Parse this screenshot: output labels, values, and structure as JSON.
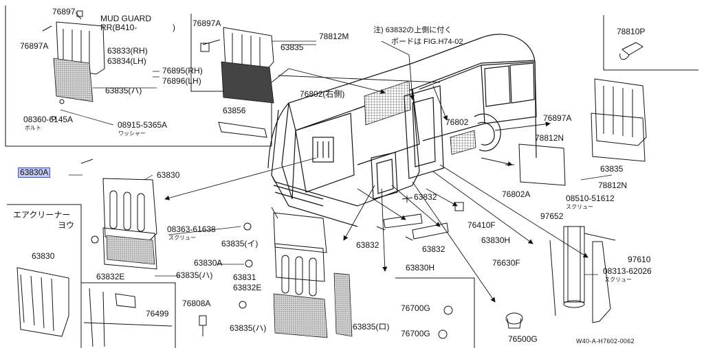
{
  "drawing_code": "W40-A-H7602-0062",
  "note": {
    "line1": "注) 63832の上側に付く",
    "line2": "ボードは FIG.H74-02"
  },
  "inset_titles": {
    "mud_guard": {
      "line1": "MUD GUARD",
      "line2": "RR(B410-",
      "bracket": ")"
    },
    "air_cleaner": {
      "line1": "エアクリーナー",
      "line2": "ヨウ"
    }
  },
  "sublabels": {
    "bolt": "ボルト",
    "washer": "ワッシャー",
    "screw": "スクリュー"
  },
  "parts": {
    "p76897_top": "76897",
    "p76897A_left": "76897A",
    "p63833": "63833(RH)",
    "p63834": "63834(LH)",
    "p76895": "76895(RH)",
    "p76896": "76896(LH)",
    "p63835_ha_top": "63835(ハ)",
    "p08360": "08360-6145A",
    "p08915": "08915-5365A",
    "p76897A_inset": "76897A",
    "p78812M": "78812M",
    "p63835_inset": "63835",
    "p63856": "63856",
    "p76802_right": "76802(右側)",
    "p76802": "76802",
    "p78810P": "78810P",
    "p76897A_right": "76897A",
    "p78812N_a": "78812N",
    "p63835_right": "63835",
    "p78812N_b": "78812N",
    "p76802A": "76802A",
    "p08510": "08510-51612",
    "p63830A_sel": "63830A",
    "p63830_mid": "63830",
    "p63832_a": "63832",
    "p76410F": "76410F",
    "p97652": "97652",
    "p97610": "97610",
    "p08313": "08313-62026",
    "p08363": "08363-61638",
    "p63835_i": "63835(イ)",
    "p63832_b": "63832",
    "p63830H_a": "63830H",
    "p63832E_left": "63832E",
    "p63835_ha_mid": "63835(ハ)",
    "p63830A_mid": "63830A",
    "p63831": "63831",
    "p63832E_mid": "63832E",
    "p63832_c": "63832",
    "p63830H_b": "63830H",
    "p76630F": "76630F",
    "p63830_left": "63830",
    "p76499": "76499",
    "p76808A": "76808A",
    "p63835_ha_bot": "63835(ハ)",
    "p63835_ro": "63835(ロ)",
    "p76700G_a": "76700G",
    "p76700G_b": "76700G",
    "p76500G": "76500G"
  },
  "colors": {
    "ink": "#111111",
    "highlight": "#c3c9ef",
    "highlight_border": "#4a55a8",
    "mesh": "#d2d2d2"
  }
}
